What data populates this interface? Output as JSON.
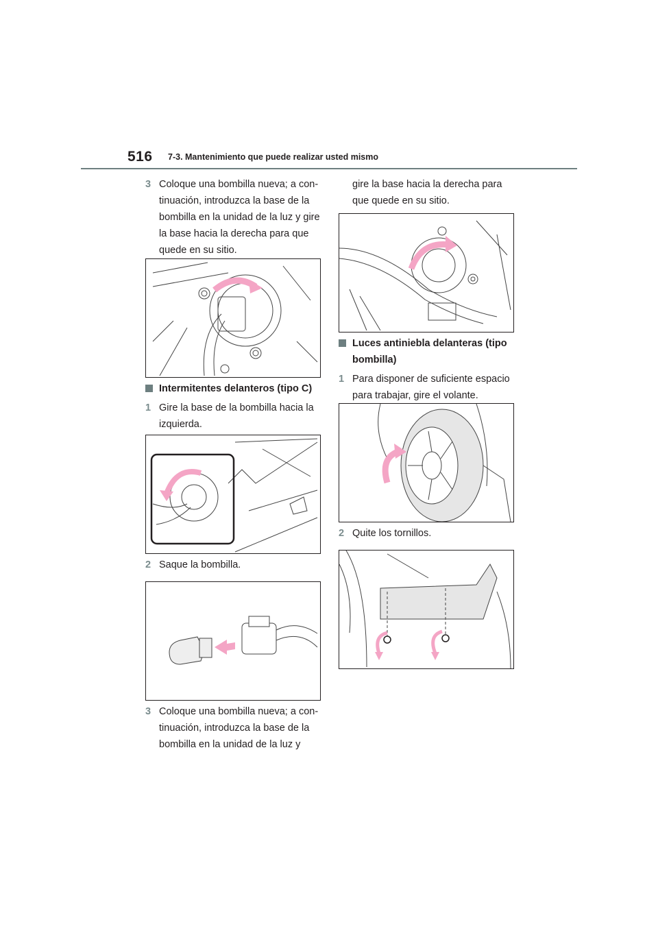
{
  "header": {
    "page_number": "516",
    "section": "7-3. Mantenimiento que puede realizar usted mismo"
  },
  "left": {
    "step3_num": "3",
    "step3_text": "Coloque una bombilla nueva; a con-tinuación, introduzca la base de la bombilla en la unidad de la luz y gire la base hacia la derecha para que quede en su sitio.",
    "subheading": "Intermitentes delanteros (tipo C)",
    "c_step1_num": "1",
    "c_step1_text": "Gire la base de la bombilla hacia la izquierda.",
    "c_step2_num": "2",
    "c_step2_text": "Saque la bombilla.",
    "c_step3_num": "3",
    "c_step3_text": "Coloque una bombilla nueva; a con-tinuación, introduzca la base de la bombilla en la unidad de la luz y"
  },
  "right": {
    "cont_text": "gire la base hacia la derecha para que quede en su sitio.",
    "subheading": "Luces antiniebla delanteras (tipo bombilla)",
    "f_step1_num": "1",
    "f_step1_text": "Para disponer de suficiente espacio para trabajar, gire el volante.",
    "f_step2_num": "2",
    "f_step2_text": "Quite los tornillos."
  },
  "colors": {
    "text": "#231f20",
    "accent_gray": "#6d7f80",
    "arrow_pink": "#f4a5c5"
  }
}
